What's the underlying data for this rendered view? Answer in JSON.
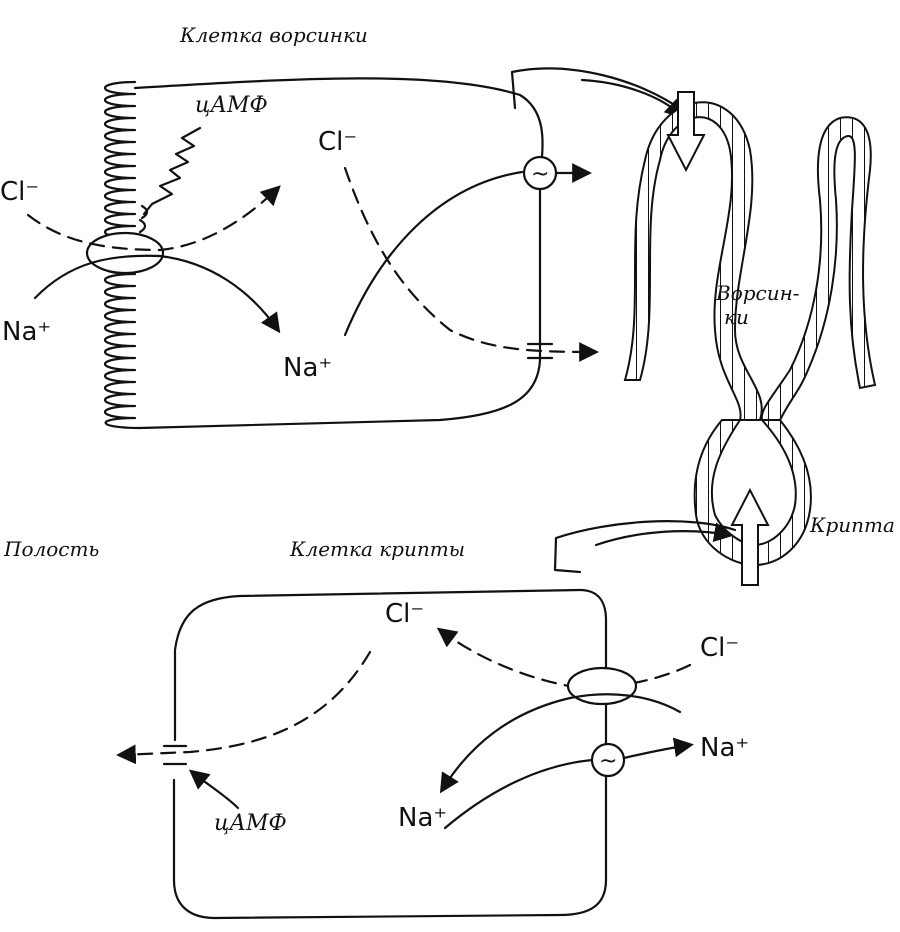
{
  "labels": {
    "villus_cell": "Клетка ворсинки",
    "camp_top": "цАМФ",
    "cl_left": "Cl⁻",
    "cl_villus_mid": "Cl⁻",
    "na_left": "Na⁺",
    "na_villus_mid": "Na⁺",
    "villi": "Ворсин-\nки",
    "crypt": "Крипта",
    "lumen": "Полость",
    "crypt_cell": "Клетка крипты",
    "cl_crypt_mid": "Cl⁻",
    "cl_crypt_right": "Cl⁻",
    "na_crypt_right": "Na⁺",
    "na_crypt_mid": "Na⁺",
    "camp_bottom": "цАМФ"
  },
  "icons": {
    "pump_symbol": "~",
    "transporter": "ellipse",
    "channel": "gate"
  }
}
